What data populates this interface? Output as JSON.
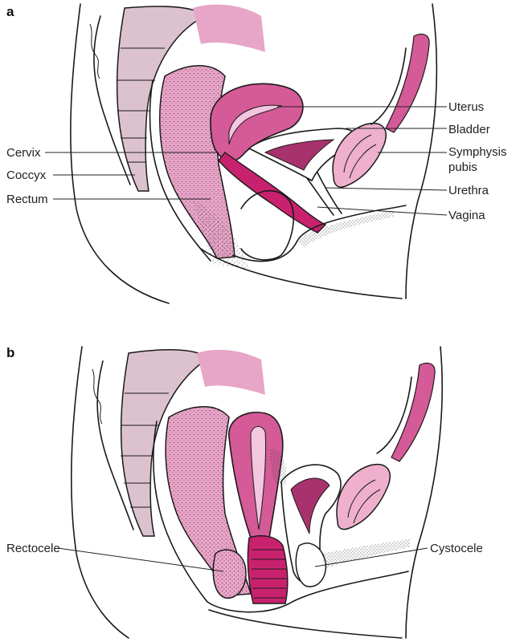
{
  "panels": [
    {
      "letter": "a",
      "labels": {
        "uterus": "Uterus",
        "bladder": "Bladder",
        "symphysis_line1": "Symphysis",
        "symphysis_line2": "pubis",
        "urethra": "Urethra",
        "vagina": "Vagina",
        "cervix": "Cervix",
        "coccyx": "Coccyx",
        "rectum": "Rectum"
      }
    },
    {
      "letter": "b",
      "labels": {
        "rectocele": "Rectocele",
        "cystocele": "Cystocele"
      }
    }
  ],
  "colors": {
    "rectum_pink": "#e7a6c8",
    "uterus_pink": "#d45a98",
    "vagina_magenta": "#c8226e",
    "symphysis_pink": "#eeb0cc",
    "sacrum_mauve": "#dcc2cf",
    "outline": "#1a1a1a"
  }
}
